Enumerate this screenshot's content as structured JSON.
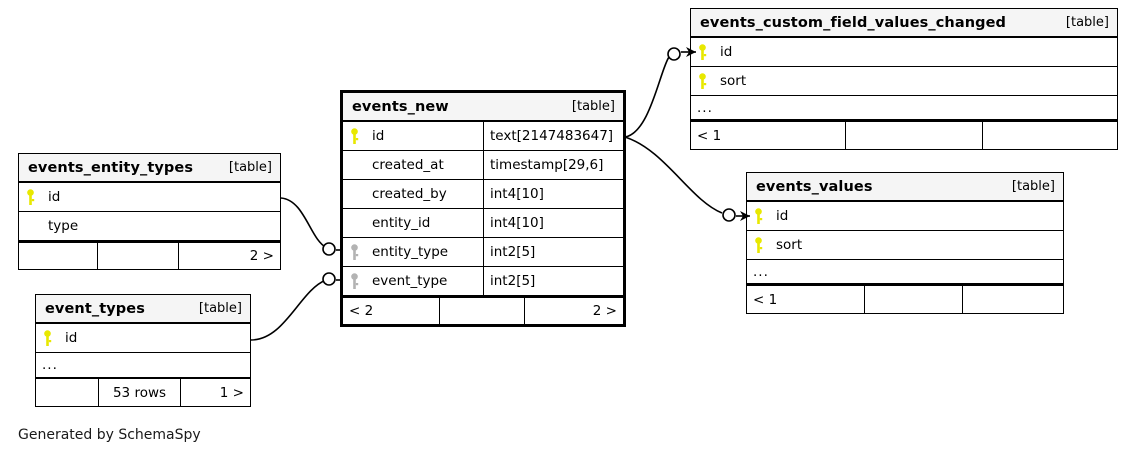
{
  "diagram": {
    "type": "entity-relationship-diagram",
    "generator_caption": "Generated by SchemaSpy",
    "table_tag": "[table]",
    "ellipsis": "...",
    "key_icon_primary": "key-icon-primary",
    "key_icon_foreign": "key-icon-foreign",
    "colors": {
      "primary_key": "#e8e800",
      "foreign_key": "#b3b3b3",
      "header_background": "#f5f5f5",
      "border": "#000000",
      "background": "#ffffff"
    }
  },
  "tables": {
    "events_new": {
      "name": "events_new",
      "tag": "[table]",
      "focus": true,
      "columns": [
        {
          "name": "id",
          "type": "text[2147483647]",
          "key": "primary"
        },
        {
          "name": "created_at",
          "type": "timestamp[29,6]",
          "key": "none"
        },
        {
          "name": "created_by",
          "type": "int4[10]",
          "key": "none"
        },
        {
          "name": "entity_id",
          "type": "int4[10]",
          "key": "none"
        },
        {
          "name": "entity_type",
          "type": "int2[5]",
          "key": "foreign"
        },
        {
          "name": "event_type",
          "type": "int2[5]",
          "key": "foreign"
        }
      ],
      "footer": [
        "< 2",
        "",
        "2 >"
      ]
    },
    "events_custom_field_values_changed": {
      "name": "events_custom_field_values_changed",
      "tag": "[table]",
      "focus": false,
      "columns": [
        {
          "name": "id",
          "type": "",
          "key": "primary"
        },
        {
          "name": "sort",
          "type": "",
          "key": "primary"
        }
      ],
      "has_ellipsis": true,
      "footer": [
        "< 1",
        "",
        ""
      ]
    },
    "events_values": {
      "name": "events_values",
      "tag": "[table]",
      "focus": false,
      "columns": [
        {
          "name": "id",
          "type": "",
          "key": "primary"
        },
        {
          "name": "sort",
          "type": "",
          "key": "primary"
        }
      ],
      "has_ellipsis": true,
      "footer": [
        "< 1",
        "",
        ""
      ]
    },
    "events_entity_types": {
      "name": "events_entity_types",
      "tag": "[table]",
      "focus": false,
      "columns": [
        {
          "name": "id",
          "type": "",
          "key": "primary"
        },
        {
          "name": "type",
          "type": "",
          "key": "none"
        }
      ],
      "has_ellipsis": false,
      "footer": [
        "",
        "",
        "2 >"
      ]
    },
    "event_types": {
      "name": "event_types",
      "tag": "[table]",
      "focus": false,
      "columns": [
        {
          "name": "id",
          "type": "",
          "key": "primary"
        }
      ],
      "has_ellipsis": true,
      "footer": [
        "",
        "53 rows",
        "1 >"
      ]
    }
  },
  "relationships": [
    {
      "from": "events_entity_types.id",
      "to": "events_new.entity_type",
      "optional": true
    },
    {
      "from": "event_types.id",
      "to": "events_new.event_type",
      "optional": true
    },
    {
      "from": "events_new.id",
      "to": "events_custom_field_values_changed.id",
      "optional": true
    },
    {
      "from": "events_new.id",
      "to": "events_values.id",
      "optional": true
    }
  ]
}
